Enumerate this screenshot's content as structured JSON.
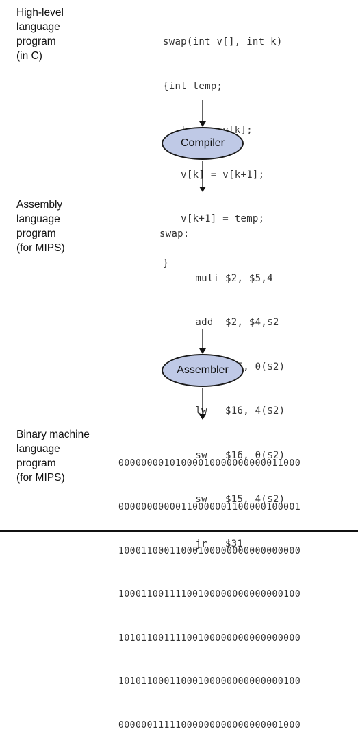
{
  "high_level": {
    "label": [
      "High-level",
      "language",
      "program",
      "(in C)"
    ],
    "code": [
      "swap(int v[], int k)",
      "{int temp;",
      "   temp = v[k];",
      "   v[k] = v[k+1];",
      "   v[k+1] = temp;",
      "}"
    ]
  },
  "compiler": {
    "label": "Compiler"
  },
  "assembly": {
    "label": [
      "Assembly",
      "language",
      "program",
      "(for MIPS)"
    ],
    "code": [
      "swap:",
      "      muli $2, $5,4",
      "      add  $2, $4,$2",
      "      lw   $15, 0($2)",
      "      lw   $16, 4($2)",
      "      sw   $16, 0($2)",
      "      sw   $15, 4($2)",
      "      jr   $31"
    ]
  },
  "assembler": {
    "label": "Assembler"
  },
  "binary": {
    "label": [
      "Binary machine",
      "language",
      "program",
      "(for MIPS)"
    ],
    "code": [
      "00000000101000010000000000011000",
      "00000000000110000001100000100001",
      "10001100011000100000000000000000",
      "10001100111100100000000000000100",
      "10101100111100100000000000000000",
      "10101100011000100000000000000100",
      "00000011111000000000000000001000"
    ]
  },
  "colors": {
    "stage_fill": "#bfc9e6",
    "stage_border": "#1a1a1a",
    "text": "#111111",
    "code_text": "#333333"
  }
}
